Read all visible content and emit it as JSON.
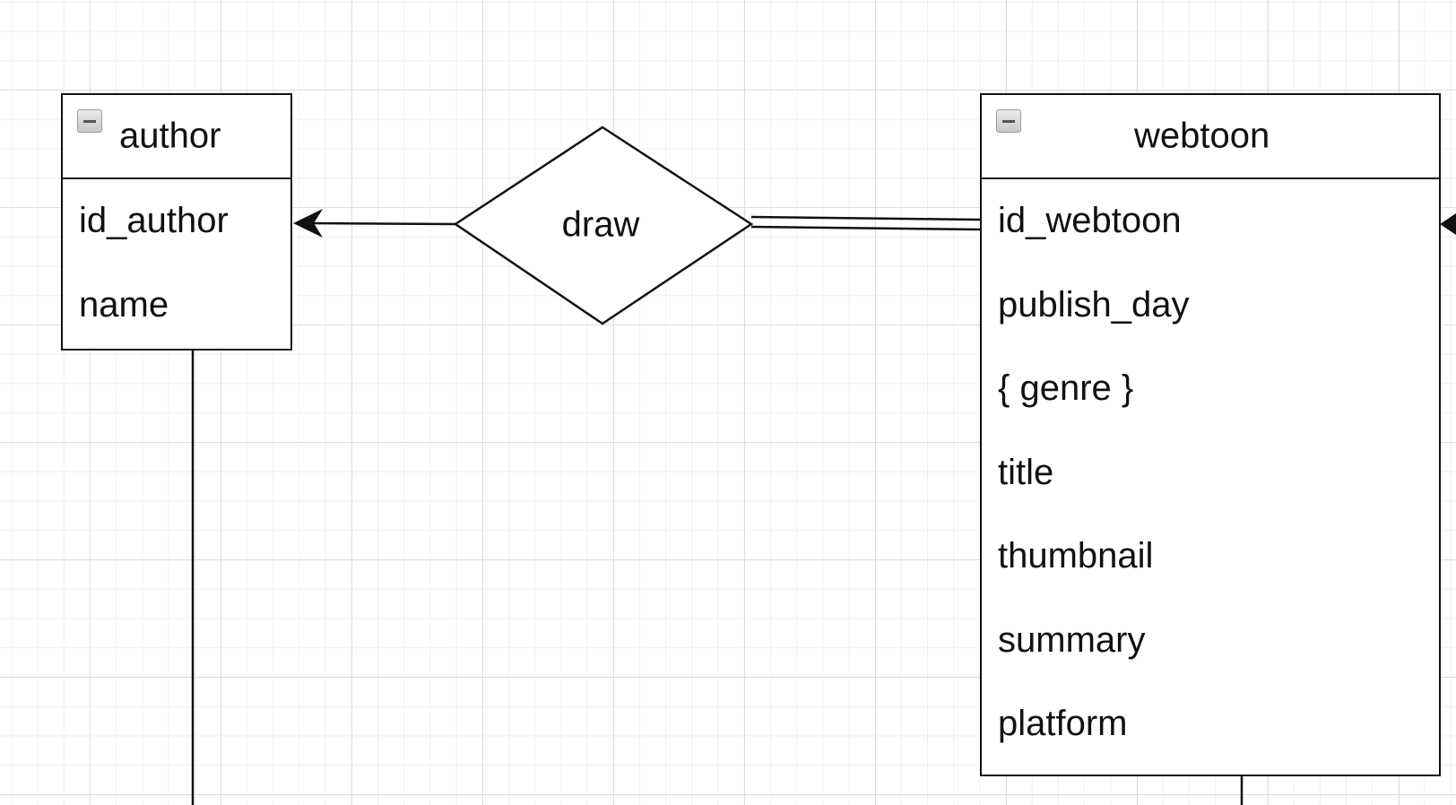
{
  "diagram": {
    "entities": [
      {
        "id": "author",
        "title": "author",
        "attributes": [
          "id_author",
          "name"
        ]
      },
      {
        "id": "webtoon",
        "title": "webtoon",
        "attributes": [
          "id_webtoon",
          "publish_day",
          "{ genre }",
          "title",
          "thumbnail",
          "summary",
          "platform"
        ]
      }
    ],
    "relationships": [
      {
        "id": "draw",
        "label": "draw"
      }
    ],
    "colors": {
      "stroke": "#111111",
      "grid_major": "#dcdcdc",
      "grid_minor": "#f0f0f0",
      "background": "#ffffff"
    }
  }
}
